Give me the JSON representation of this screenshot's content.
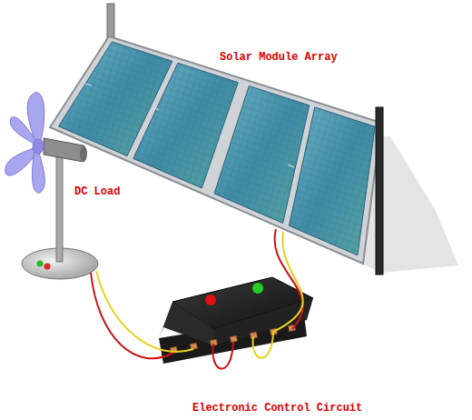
{
  "diagram": {
    "labels": [
      "Solar Module Array",
      "DC Load",
      "Electronic Control Circuit"
    ]
  }
}
